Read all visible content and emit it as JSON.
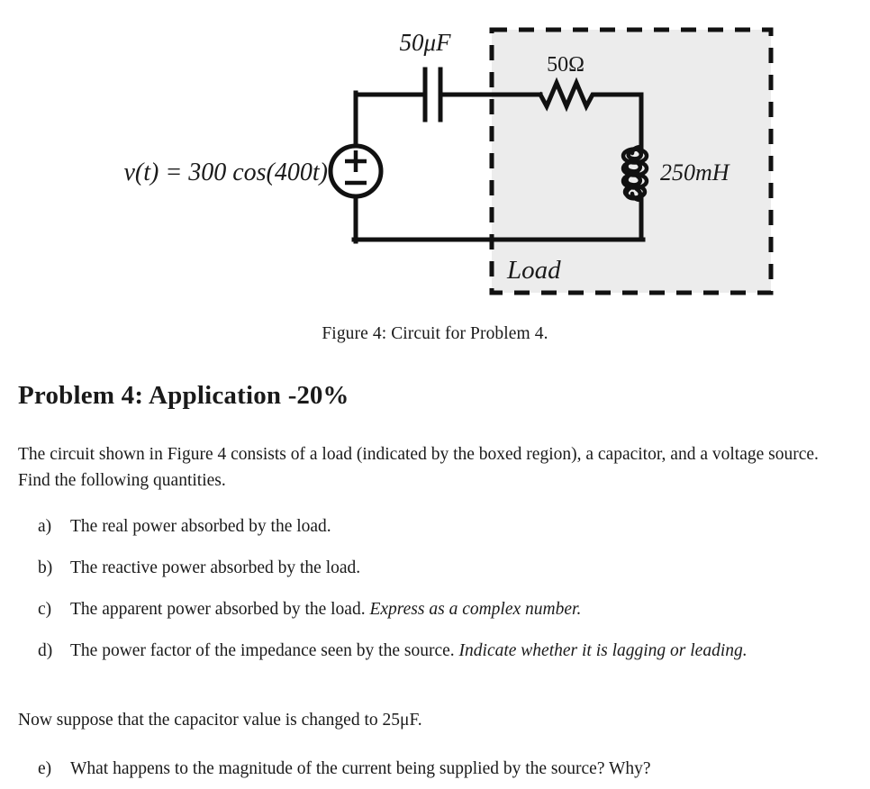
{
  "figure": {
    "caption": "Figure 4: Circuit for Problem 4.",
    "source_label": "v(t) = 300 cos(400t)",
    "capacitor_label": "50μF",
    "resistor_label": "50Ω",
    "inductor_label": "250mH",
    "load_label": "Load",
    "source_plus": "+",
    "source_minus": "−",
    "colors": {
      "wire": "#111111",
      "load_fill": "#ececec",
      "load_border": "#111111",
      "page_background": "#ffffff",
      "text": "#1a1a1a"
    }
  },
  "heading": {
    "main": "Problem 4: Application",
    "dash": "-",
    "percent": "20%"
  },
  "intro_paragraph": "The circuit shown in Figure 4 consists of a load (indicated by the boxed region), a capacitor, and a voltage source. Find the following quantities.",
  "questions": [
    {
      "marker": "a)",
      "text": "The real power absorbed by the load.",
      "emphasis": ""
    },
    {
      "marker": "b)",
      "text": "The reactive power absorbed by the load.",
      "emphasis": ""
    },
    {
      "marker": "c)",
      "text": "The apparent power absorbed by the load.",
      "emphasis": "Express as a complex number."
    },
    {
      "marker": "d)",
      "text": "The power factor of the impedance seen by the source.",
      "emphasis": "Indicate whether it is lagging or leading."
    }
  ],
  "followup_paragraph": "Now suppose that the capacitor value is changed to 25μF.",
  "last_question": {
    "marker": "e)",
    "text": "What happens to the magnitude of the current being supplied by the source? Why?"
  }
}
